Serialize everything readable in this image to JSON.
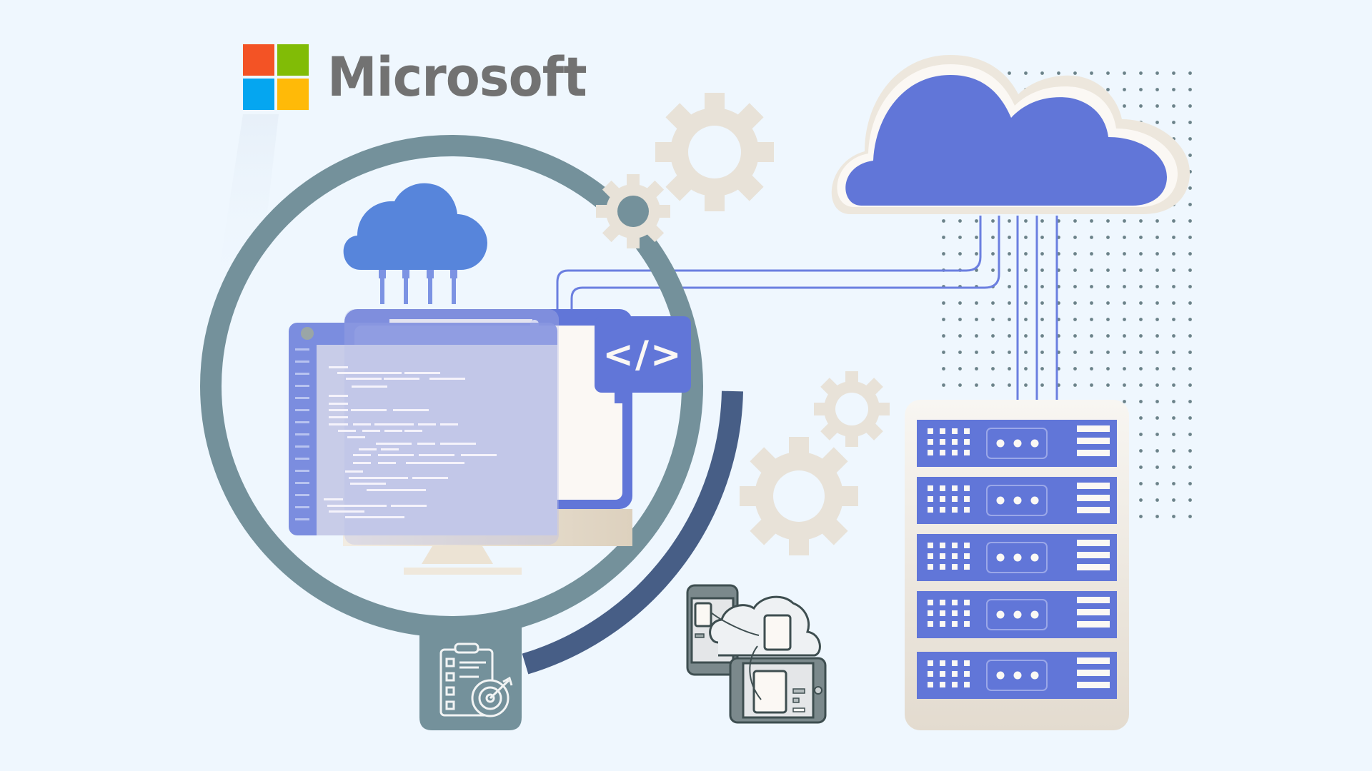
{
  "brand": {
    "name": "Microsoft",
    "logo_colors": [
      "#f35325",
      "#81bc06",
      "#05a6f0",
      "#ffba08"
    ],
    "text_color": "#727272"
  },
  "code_tag": {
    "label": "</>"
  },
  "colors": {
    "background": "#eff7fe",
    "primary_blue": "#6176d8",
    "cloud_small": "#5785db",
    "ring": "#74919b",
    "arc_dark": "#475e86",
    "gear": "#e8e2d8",
    "rack_frame": "#f2ede5",
    "dot": "#6b8289"
  },
  "illustration": {
    "elements": [
      "microsoft-logo",
      "large-cloud",
      "server-rack",
      "developer-monitor",
      "code-editor-panel",
      "small-cloud",
      "gears",
      "checklist-target-badge",
      "device-cloud-sync-icon"
    ],
    "server_units": 5
  }
}
